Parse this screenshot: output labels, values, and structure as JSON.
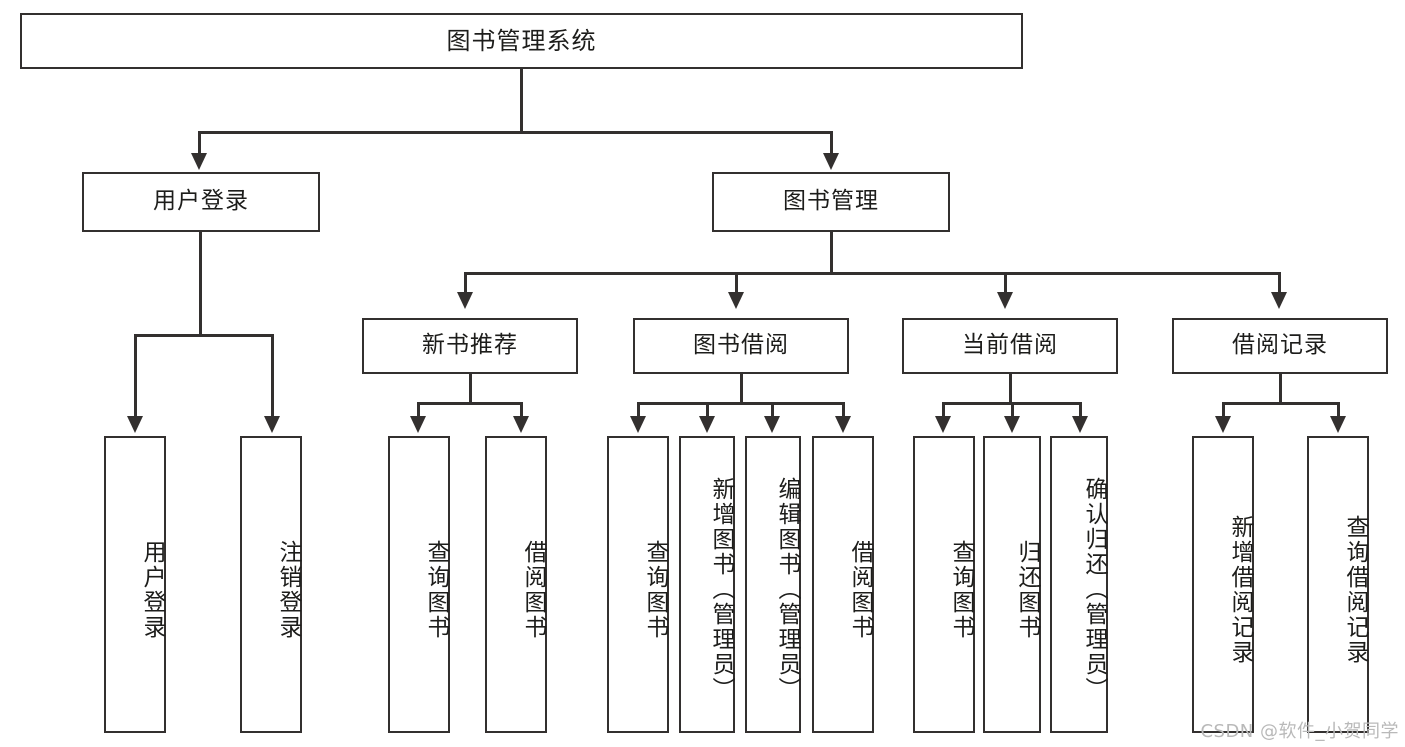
{
  "diagram": {
    "type": "tree",
    "title": "图书管理系统",
    "root": {
      "label": "图书管理系统"
    },
    "level2": [
      {
        "label": "用户登录"
      },
      {
        "label": "图书管理"
      }
    ],
    "level3": [
      {
        "label": "新书推荐"
      },
      {
        "label": "图书借阅"
      },
      {
        "label": "当前借阅"
      },
      {
        "label": "借阅记录"
      }
    ],
    "leaves": {
      "user_login": [
        {
          "label": "用户登录"
        },
        {
          "label": "注销登录"
        }
      ],
      "new_book_recommend": [
        {
          "label": "查询图书"
        },
        {
          "label": "借阅图书"
        }
      ],
      "book_borrow": [
        {
          "label": "查询图书"
        },
        {
          "label": "新增图书（管理员）"
        },
        {
          "label": "编辑图书（管理员）"
        },
        {
          "label": "借阅图书"
        }
      ],
      "current_borrow": [
        {
          "label": "查询图书"
        },
        {
          "label": "归还图书"
        },
        {
          "label": "确认归还（管理员）"
        }
      ],
      "borrow_record": [
        {
          "label": "新增借阅记录"
        },
        {
          "label": "查询借阅记录"
        }
      ]
    }
  },
  "watermark": {
    "text": "CSDN @软件_小贺同学"
  },
  "colors": {
    "stroke": "#33302f",
    "text": "#1d1d1b",
    "background": "#ffffff",
    "watermark": "#b9b9b9"
  }
}
